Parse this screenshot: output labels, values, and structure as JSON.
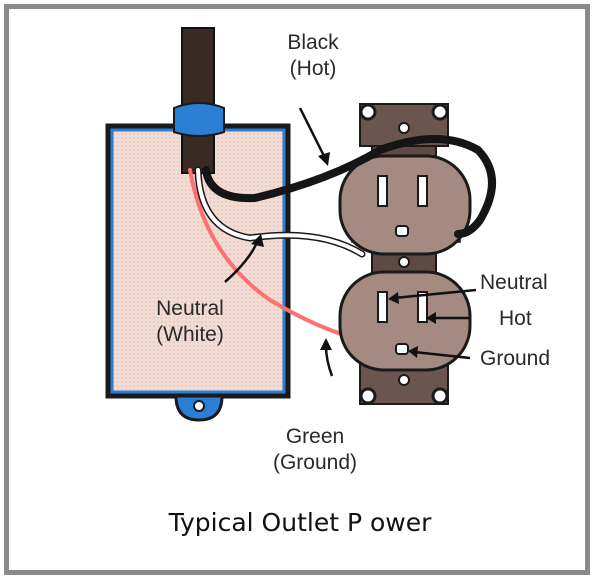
{
  "labels": {
    "black_line1": "Black",
    "black_line2": "(Hot)",
    "neutral_white_line1": "Neutral",
    "neutral_white_line2": "(White)",
    "neutral": "Neutral",
    "hot": "Hot",
    "ground": "Ground",
    "green_line1": "Green",
    "green_line2": "(Ground)"
  },
  "caption": "Typical Outlet P ower",
  "colors": {
    "frame": "#8a8a8a",
    "box_fill": "#f0d8d0",
    "box_border": "#2a7fd4",
    "cable": "#3a2a24",
    "black_wire": "#151515",
    "white_wire": "#ffffff",
    "ground_wire": "#ff7070",
    "outlet_body": "#a48a80",
    "outlet_strap": "#5e4a44"
  }
}
